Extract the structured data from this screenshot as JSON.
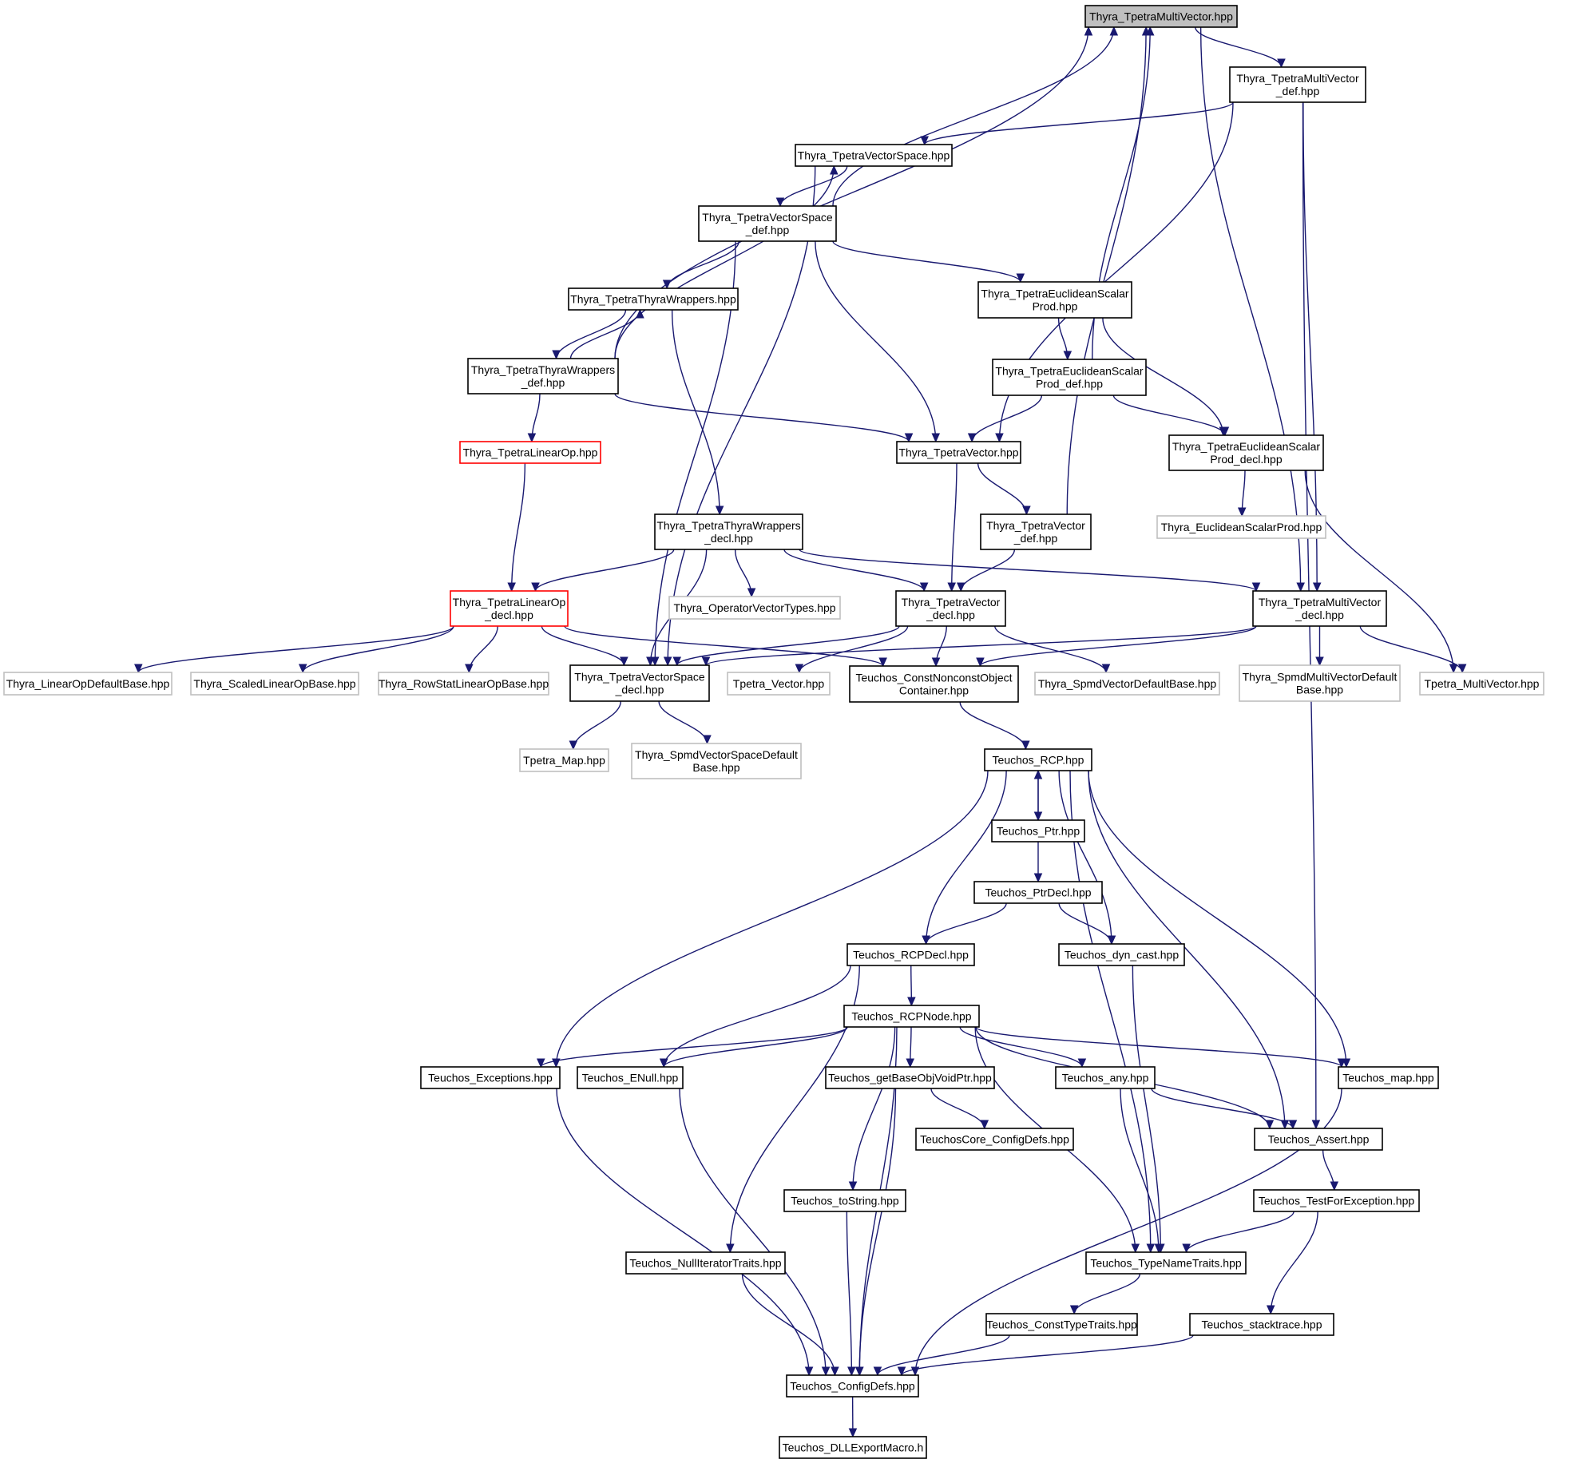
{
  "graph": {
    "colors": {
      "edge": "#191970",
      "node_border": "#000000",
      "root_fill": "#bfbfbf",
      "external_border": "#bfbfbf",
      "incomplete_border": "#ff0000"
    },
    "nodes": [
      {
        "id": "tmv",
        "lines": [
          "Thyra_TpetraMultiVector.hpp"
        ],
        "style": "root"
      },
      {
        "id": "tmvdef",
        "lines": [
          "Thyra_TpetraMultiVector",
          "_def.hpp"
        ],
        "style": "normal"
      },
      {
        "id": "tvs",
        "lines": [
          "Thyra_TpetraVectorSpace.hpp"
        ],
        "style": "normal"
      },
      {
        "id": "tvsdef",
        "lines": [
          "Thyra_TpetraVectorSpace",
          "_def.hpp"
        ],
        "style": "normal"
      },
      {
        "id": "ttw",
        "lines": [
          "Thyra_TpetraThyraWrappers.hpp"
        ],
        "style": "normal"
      },
      {
        "id": "tesp",
        "lines": [
          "Thyra_TpetraEuclideanScalar",
          "Prod.hpp"
        ],
        "style": "normal"
      },
      {
        "id": "ttwdef",
        "lines": [
          "Thyra_TpetraThyraWrappers",
          "_def.hpp"
        ],
        "style": "normal"
      },
      {
        "id": "tespdef",
        "lines": [
          "Thyra_TpetraEuclideanScalar",
          "Prod_def.hpp"
        ],
        "style": "normal"
      },
      {
        "id": "tlo",
        "lines": [
          "Thyra_TpetraLinearOp.hpp"
        ],
        "style": "red"
      },
      {
        "id": "tv",
        "lines": [
          "Thyra_TpetraVector.hpp"
        ],
        "style": "normal"
      },
      {
        "id": "tespdecl",
        "lines": [
          "Thyra_TpetraEuclideanScalar",
          "Prod_decl.hpp"
        ],
        "style": "normal"
      },
      {
        "id": "esp",
        "lines": [
          "Thyra_EuclideanScalarProd.hpp"
        ],
        "style": "grey"
      },
      {
        "id": "ttwdecl",
        "lines": [
          "Thyra_TpetraThyraWrappers",
          "_decl.hpp"
        ],
        "style": "normal"
      },
      {
        "id": "tvdef",
        "lines": [
          "Thyra_TpetraVector",
          "_def.hpp"
        ],
        "style": "normal"
      },
      {
        "id": "tlodecl",
        "lines": [
          "Thyra_TpetraLinearOp",
          "_decl.hpp"
        ],
        "style": "red"
      },
      {
        "id": "ovt",
        "lines": [
          "Thyra_OperatorVectorTypes.hpp"
        ],
        "style": "grey"
      },
      {
        "id": "tvdecl",
        "lines": [
          "Thyra_TpetraVector",
          "_decl.hpp"
        ],
        "style": "normal"
      },
      {
        "id": "tmvdecl",
        "lines": [
          "Thyra_TpetraMultiVector",
          "_decl.hpp"
        ],
        "style": "normal"
      },
      {
        "id": "lodb",
        "lines": [
          "Thyra_LinearOpDefaultBase.hpp"
        ],
        "style": "grey"
      },
      {
        "id": "slob",
        "lines": [
          "Thyra_ScaledLinearOpBase.hpp"
        ],
        "style": "grey"
      },
      {
        "id": "rslob",
        "lines": [
          "Thyra_RowStatLinearOpBase.hpp"
        ],
        "style": "grey"
      },
      {
        "id": "tvsdecl",
        "lines": [
          "Thyra_TpetraVectorSpace",
          "_decl.hpp"
        ],
        "style": "normal"
      },
      {
        "id": "tpv",
        "lines": [
          "Tpetra_Vector.hpp"
        ],
        "style": "grey"
      },
      {
        "id": "cnoc",
        "lines": [
          "Teuchos_ConstNonconstObject",
          "Container.hpp"
        ],
        "style": "normal"
      },
      {
        "id": "svdb",
        "lines": [
          "Thyra_SpmdVectorDefaultBase.hpp"
        ],
        "style": "grey"
      },
      {
        "id": "smvdb",
        "lines": [
          "Thyra_SpmdMultiVectorDefault",
          "Base.hpp"
        ],
        "style": "grey"
      },
      {
        "id": "tpmv",
        "lines": [
          "Tpetra_MultiVector.hpp"
        ],
        "style": "grey"
      },
      {
        "id": "tpmap",
        "lines": [
          "Tpetra_Map.hpp"
        ],
        "style": "grey"
      },
      {
        "id": "svsdb",
        "lines": [
          "Thyra_SpmdVectorSpaceDefault",
          "Base.hpp"
        ],
        "style": "grey"
      },
      {
        "id": "rcp",
        "lines": [
          "Teuchos_RCP.hpp"
        ],
        "style": "normal"
      },
      {
        "id": "ptr",
        "lines": [
          "Teuchos_Ptr.hpp"
        ],
        "style": "normal"
      },
      {
        "id": "ptrdecl",
        "lines": [
          "Teuchos_PtrDecl.hpp"
        ],
        "style": "normal"
      },
      {
        "id": "rcpdecl",
        "lines": [
          "Teuchos_RCPDecl.hpp"
        ],
        "style": "normal"
      },
      {
        "id": "dyncast",
        "lines": [
          "Teuchos_dyn_cast.hpp"
        ],
        "style": "normal"
      },
      {
        "id": "rcpnode",
        "lines": [
          "Teuchos_RCPNode.hpp"
        ],
        "style": "normal"
      },
      {
        "id": "exc",
        "lines": [
          "Teuchos_Exceptions.hpp"
        ],
        "style": "normal"
      },
      {
        "id": "enull",
        "lines": [
          "Teuchos_ENull.hpp"
        ],
        "style": "normal"
      },
      {
        "id": "gbovp",
        "lines": [
          "Teuchos_getBaseObjVoidPtr.hpp"
        ],
        "style": "normal"
      },
      {
        "id": "any",
        "lines": [
          "Teuchos_any.hpp"
        ],
        "style": "normal"
      },
      {
        "id": "map",
        "lines": [
          "Teuchos_map.hpp"
        ],
        "style": "normal"
      },
      {
        "id": "corecfg",
        "lines": [
          "TeuchosCore_ConfigDefs.hpp"
        ],
        "style": "normal"
      },
      {
        "id": "assert",
        "lines": [
          "Teuchos_Assert.hpp"
        ],
        "style": "normal"
      },
      {
        "id": "tostr",
        "lines": [
          "Teuchos_toString.hpp"
        ],
        "style": "normal"
      },
      {
        "id": "tfe",
        "lines": [
          "Teuchos_TestForException.hpp"
        ],
        "style": "normal"
      },
      {
        "id": "nit",
        "lines": [
          "Teuchos_NullIteratorTraits.hpp"
        ],
        "style": "normal"
      },
      {
        "id": "tnt",
        "lines": [
          "Teuchos_TypeNameTraits.hpp"
        ],
        "style": "normal"
      },
      {
        "id": "ctt",
        "lines": [
          "Teuchos_ConstTypeTraits.hpp"
        ],
        "style": "normal"
      },
      {
        "id": "st",
        "lines": [
          "Teuchos_stacktrace.hpp"
        ],
        "style": "normal"
      },
      {
        "id": "cfg",
        "lines": [
          "Teuchos_ConfigDefs.hpp"
        ],
        "style": "normal"
      },
      {
        "id": "dll",
        "lines": [
          "Teuchos_DLLExportMacro.h"
        ],
        "style": "normal"
      }
    ],
    "edges": [
      [
        "tmv",
        "tmvdef"
      ],
      [
        "tmv",
        "tmvdecl"
      ],
      [
        "tmvdef",
        "tvs"
      ],
      [
        "tmvdef",
        "tv"
      ],
      [
        "tmvdef",
        "tmvdecl"
      ],
      [
        "tmvdef",
        "assert"
      ],
      [
        "tvs",
        "tvsdef"
      ],
      [
        "tvs",
        "tvsdecl"
      ],
      [
        "tvsdef",
        "tmv"
      ],
      [
        "tvsdef",
        "ttw"
      ],
      [
        "tvsdef",
        "tesp"
      ],
      [
        "tvsdef",
        "tv"
      ],
      [
        "tvsdef",
        "tvsdecl"
      ],
      [
        "ttw",
        "ttwdef"
      ],
      [
        "ttw",
        "ttwdecl"
      ],
      [
        "ttwdef",
        "tmv"
      ],
      [
        "ttwdef",
        "tvs"
      ],
      [
        "ttwdef",
        "ttw"
      ],
      [
        "ttwdef",
        "tlo"
      ],
      [
        "ttwdef",
        "tv"
      ],
      [
        "tesp",
        "tespdef"
      ],
      [
        "tesp",
        "tespdecl"
      ],
      [
        "tespdef",
        "tmv"
      ],
      [
        "tespdef",
        "tv"
      ],
      [
        "tespdef",
        "tespdecl"
      ],
      [
        "tlo",
        "tlodecl"
      ],
      [
        "tv",
        "tvdef"
      ],
      [
        "tv",
        "tvdecl"
      ],
      [
        "tvdef",
        "tmv"
      ],
      [
        "tvdef",
        "tvdecl"
      ],
      [
        "tespdecl",
        "esp"
      ],
      [
        "tespdecl",
        "tpmv"
      ],
      [
        "ttwdecl",
        "tlodecl"
      ],
      [
        "ttwdecl",
        "tvsdecl"
      ],
      [
        "ttwdecl",
        "ovt"
      ],
      [
        "ttwdecl",
        "tvdecl"
      ],
      [
        "ttwdecl",
        "tmvdecl"
      ],
      [
        "tlodecl",
        "lodb"
      ],
      [
        "tlodecl",
        "slob"
      ],
      [
        "tlodecl",
        "rslob"
      ],
      [
        "tlodecl",
        "tvsdecl"
      ],
      [
        "tlodecl",
        "cnoc"
      ],
      [
        "tvdecl",
        "tvsdecl"
      ],
      [
        "tvdecl",
        "tpv"
      ],
      [
        "tvdecl",
        "cnoc"
      ],
      [
        "tvdecl",
        "svdb"
      ],
      [
        "tmvdecl",
        "tvsdecl"
      ],
      [
        "tmvdecl",
        "cnoc"
      ],
      [
        "tmvdecl",
        "smvdb"
      ],
      [
        "tmvdecl",
        "tpmv"
      ],
      [
        "tvsdecl",
        "tpmap"
      ],
      [
        "tvsdecl",
        "svsdb"
      ],
      [
        "cnoc",
        "rcp"
      ],
      [
        "rcp",
        "ptr"
      ],
      [
        "rcp",
        "rcpdecl"
      ],
      [
        "rcp",
        "dyncast"
      ],
      [
        "rcp",
        "exc"
      ],
      [
        "rcp",
        "tnt"
      ],
      [
        "rcp",
        "assert"
      ],
      [
        "rcp",
        "map"
      ],
      [
        "ptr",
        "rcp"
      ],
      [
        "ptr",
        "ptrdecl"
      ],
      [
        "ptrdecl",
        "rcpdecl"
      ],
      [
        "ptrdecl",
        "dyncast"
      ],
      [
        "rcpdecl",
        "rcpnode"
      ],
      [
        "rcpdecl",
        "enull"
      ],
      [
        "rcpdecl",
        "nit"
      ],
      [
        "dyncast",
        "tnt"
      ],
      [
        "rcpnode",
        "exc"
      ],
      [
        "rcpnode",
        "enull"
      ],
      [
        "rcpnode",
        "gbovp"
      ],
      [
        "rcpnode",
        "any"
      ],
      [
        "rcpnode",
        "map"
      ],
      [
        "rcpnode",
        "assert"
      ],
      [
        "rcpnode",
        "tostr"
      ],
      [
        "rcpnode",
        "tnt"
      ],
      [
        "rcpnode",
        "cfg"
      ],
      [
        "exc",
        "cfg"
      ],
      [
        "enull",
        "cfg"
      ],
      [
        "gbovp",
        "corecfg"
      ],
      [
        "gbovp",
        "cfg"
      ],
      [
        "any",
        "assert"
      ],
      [
        "any",
        "tnt"
      ],
      [
        "map",
        "cfg"
      ],
      [
        "assert",
        "tfe"
      ],
      [
        "tostr",
        "cfg"
      ],
      [
        "tfe",
        "tnt"
      ],
      [
        "tfe",
        "st"
      ],
      [
        "nit",
        "cfg"
      ],
      [
        "tnt",
        "ctt"
      ],
      [
        "ctt",
        "cfg"
      ],
      [
        "st",
        "cfg"
      ],
      [
        "cfg",
        "dll"
      ]
    ]
  }
}
